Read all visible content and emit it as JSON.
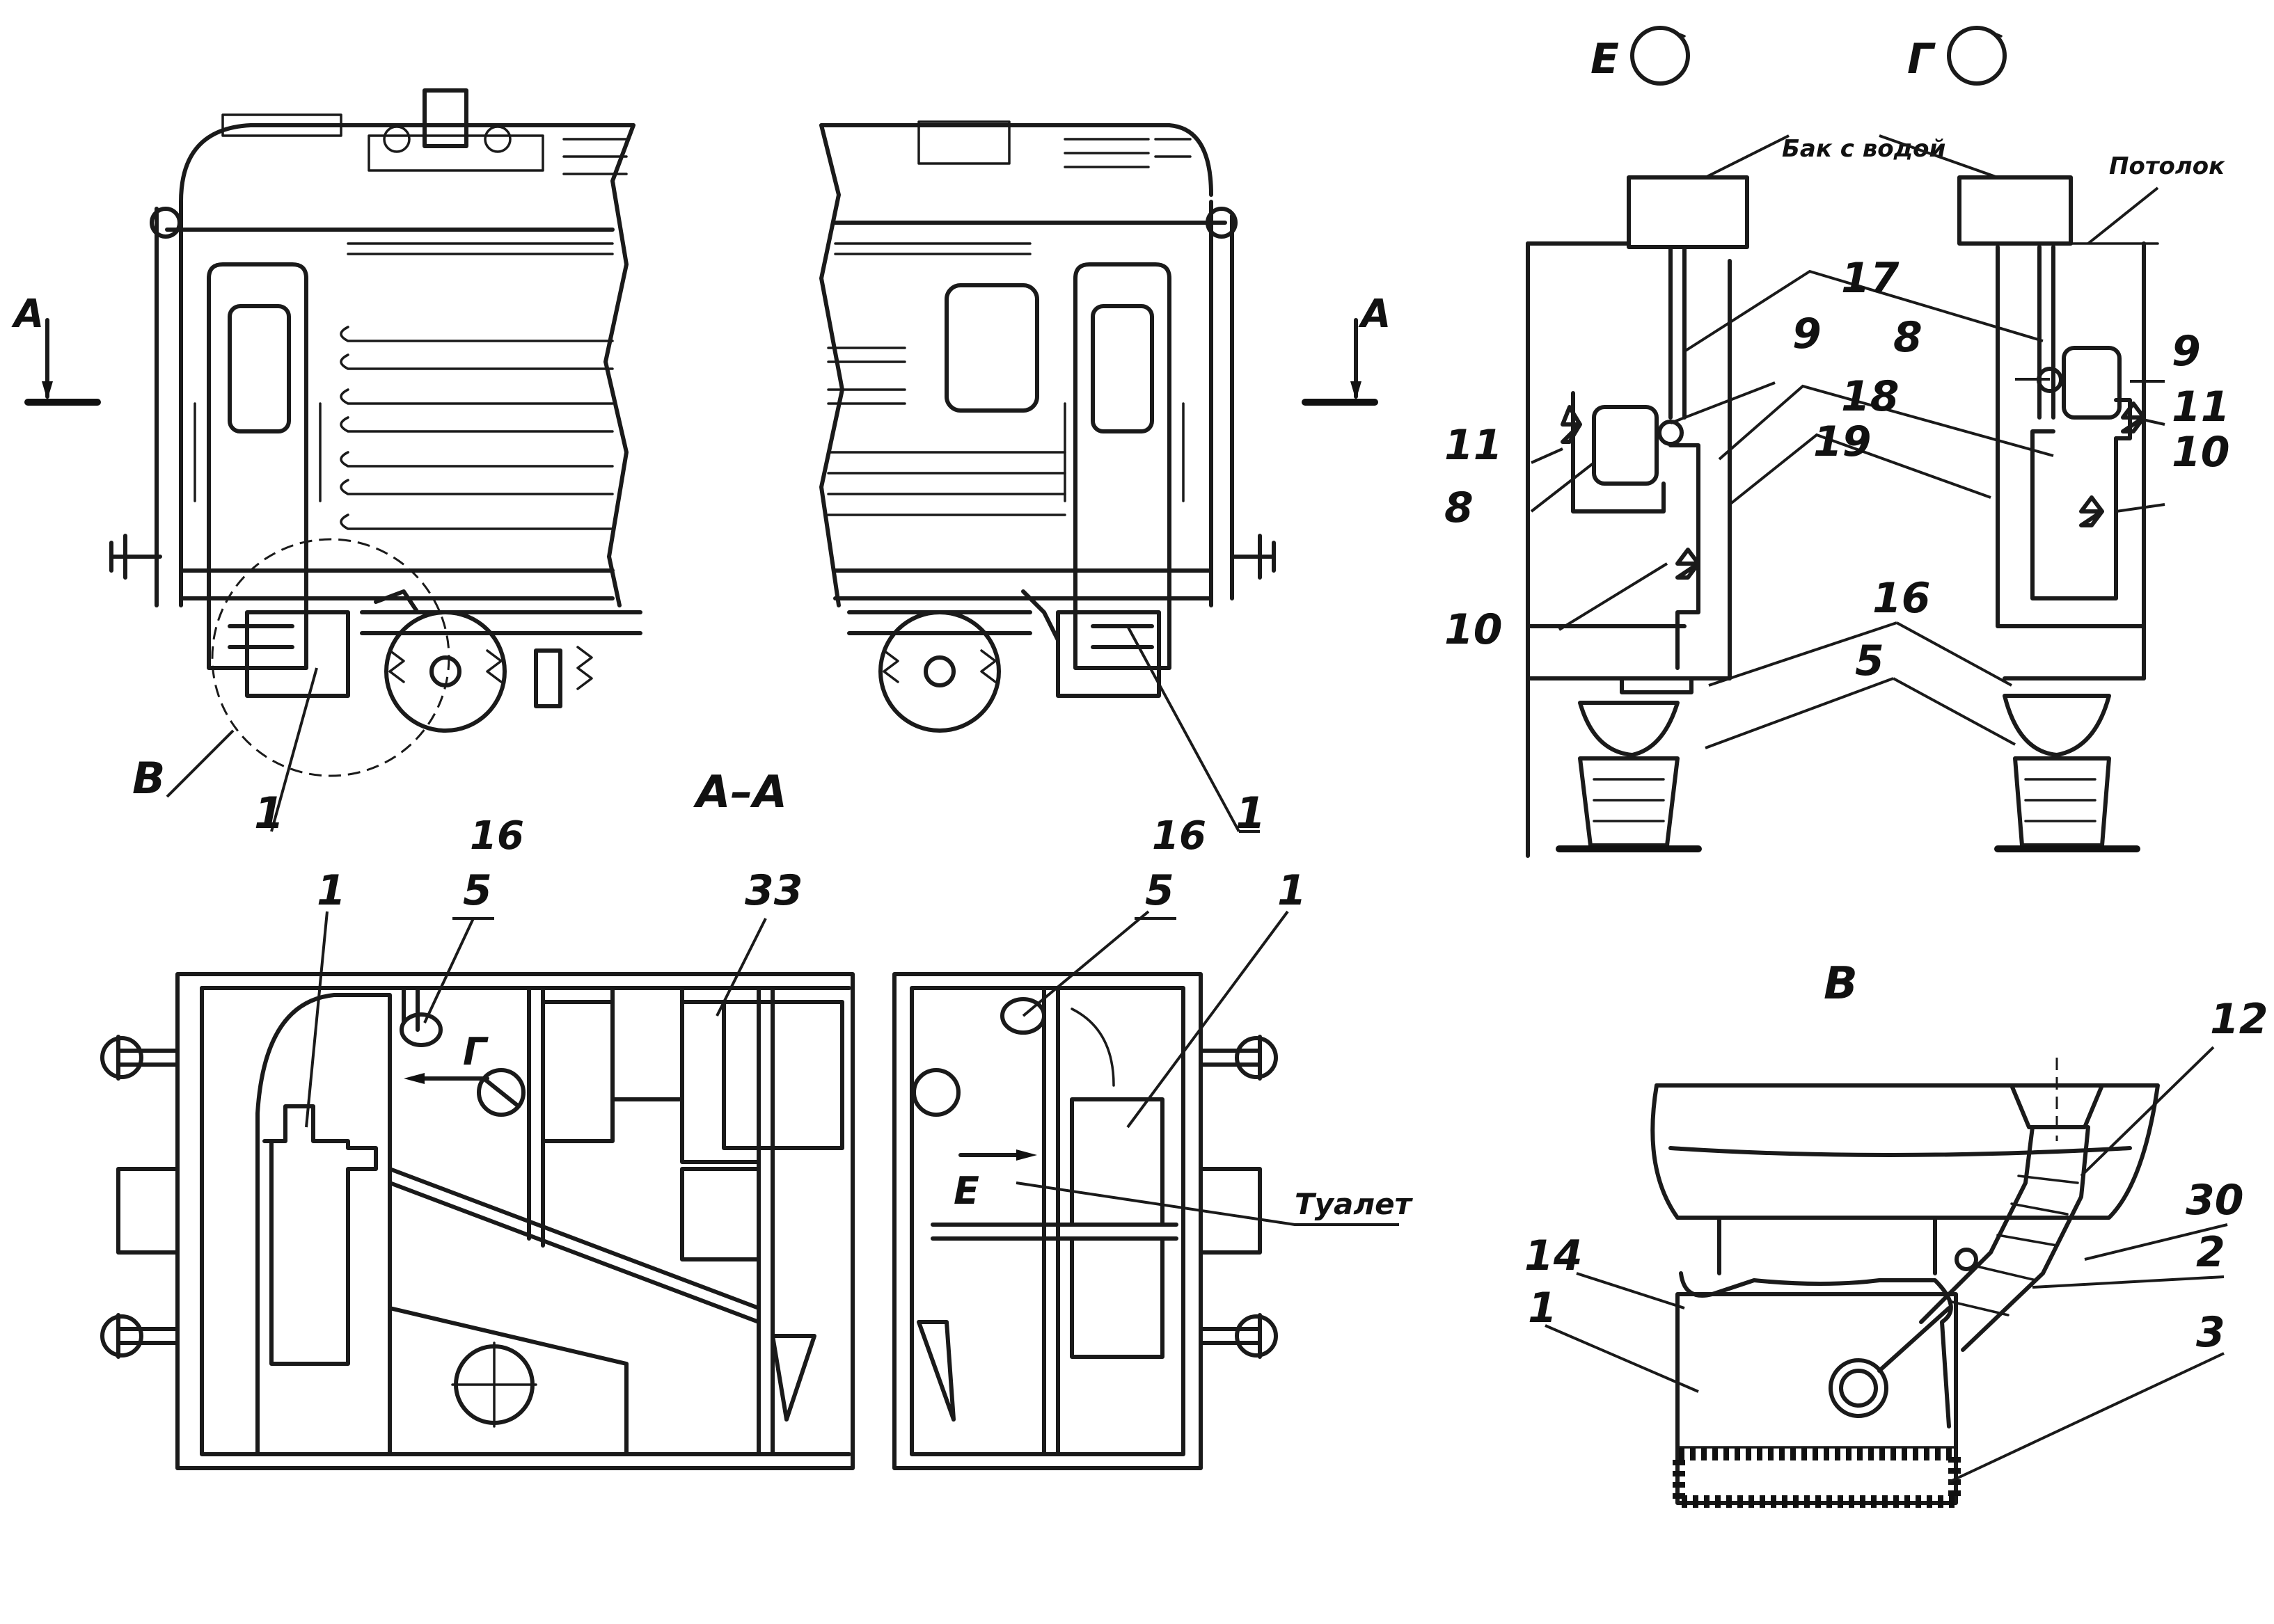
{
  "section_label": "A–A",
  "view_e_label": "Е",
  "view_g_label": "Г",
  "detail_label": "В",
  "cut_a_left": "А",
  "cut_a_right": "А",
  "water_tank_label": "Бак с водой",
  "ceiling_label": "Потолок",
  "toilet_label": "Туалет",
  "arrow_g_label": "Г",
  "arrow_e_label": "Е",
  "callouts": {
    "n1": "1",
    "n2": "2",
    "n3": "3",
    "n5": "5",
    "n8": "8",
    "n9": "9",
    "n10": "10",
    "n11": "11",
    "n12": "12",
    "n14": "14",
    "n16": "16",
    "n17": "17",
    "n18": "18",
    "n19": "19",
    "n30": "30",
    "n33": "33",
    "vB": "В"
  }
}
